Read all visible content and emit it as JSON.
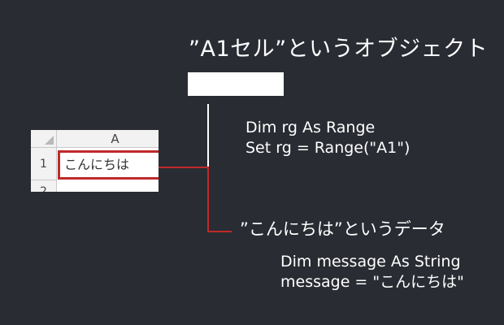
{
  "object_title": "”A1セル”というオブジェクト",
  "code_range": {
    "line1": "Dim rg As Range",
    "line2": "Set rg = Range(\"A1\")"
  },
  "data_title": "”こんにちは”というデータ",
  "code_message": {
    "line1": "Dim message As String",
    "line2": "message = \"こんにちは\""
  },
  "spreadsheet": {
    "column_header": "A",
    "row_headers": [
      "1",
      "2"
    ],
    "cell_a1_value": "こんにちは"
  },
  "colors": {
    "background": "#2a2c33",
    "highlight": "#c0282b",
    "text": "#ffffff"
  }
}
